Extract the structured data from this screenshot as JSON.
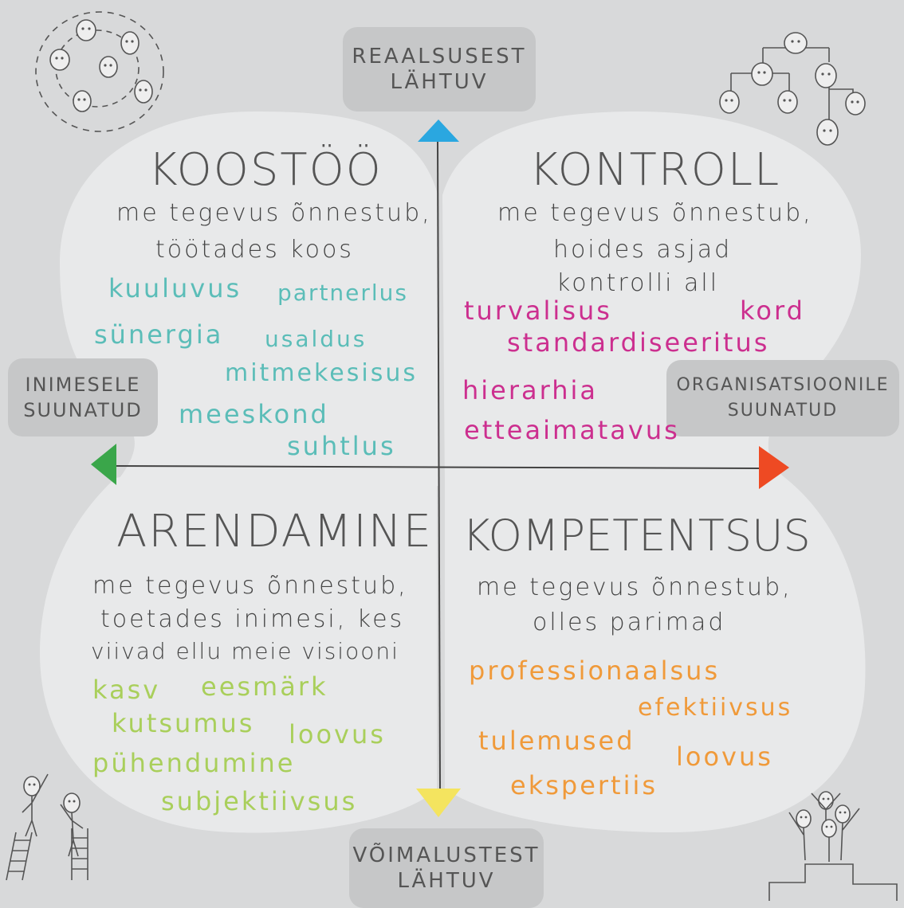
{
  "axes": {
    "top": [
      "REAALSUSEST",
      "LÄHTUV"
    ],
    "bottom": [
      "VÕIMALUSTEST",
      "LÄHTUV"
    ],
    "left": [
      "INIMESELE",
      "SUUNATUD"
    ],
    "right": [
      "ORGANISATSIOONILE",
      "SUUNATUD"
    ]
  },
  "colors": {
    "background": "#d8d9da",
    "quadrant_fill": "#e8e9ea",
    "arrow_top": "#2aa7e0",
    "arrow_left": "#3aa64a",
    "arrow_right": "#ee4a23",
    "arrow_bottom": "#f4e45f",
    "teal": "#5bbdb8",
    "pink": "#cc2f8f",
    "lime": "#a9cf5b",
    "orange": "#f09a3a"
  },
  "quadrants": {
    "koostoo": {
      "title": "KOOSTÖÖ",
      "line1": "me tegevus õnnestub,",
      "line2": "töötades koos",
      "words": [
        "kuuluvus",
        "partnerlus",
        "sünergia",
        "usaldus",
        "mitmekesisus",
        "meeskond",
        "suhtlus"
      ]
    },
    "kontroll": {
      "title": "KONTROLL",
      "line1": "me tegevus õnnestub,",
      "line2": "hoides asjad",
      "line3": "kontrolli all",
      "words": [
        "turvalisus",
        "kord",
        "standardiseeritus",
        "hierarhia",
        "etteaimatavus"
      ]
    },
    "arendamine": {
      "title": "ARENDAMINE",
      "line1": "me tegevus õnnestub,",
      "line2": "toetades inimesi, kes",
      "line3": "viivad ellu meie visiooni",
      "words": [
        "kasv",
        "eesmärk",
        "kutsumus",
        "loovus",
        "pühendumine",
        "subjektiivsus"
      ]
    },
    "kompetentsus": {
      "title": "KOMPETENTSUS",
      "line1": "me tegevus õnnestub,",
      "line2": "olles parimad",
      "words": [
        "professionaalsus",
        "efektiivsus",
        "tulemused",
        "loovus",
        "ekspertiis"
      ]
    }
  },
  "icons": [
    "network-people-icon",
    "hierarchy-people-icon",
    "ladder-people-icon",
    "podium-people-icon"
  ]
}
